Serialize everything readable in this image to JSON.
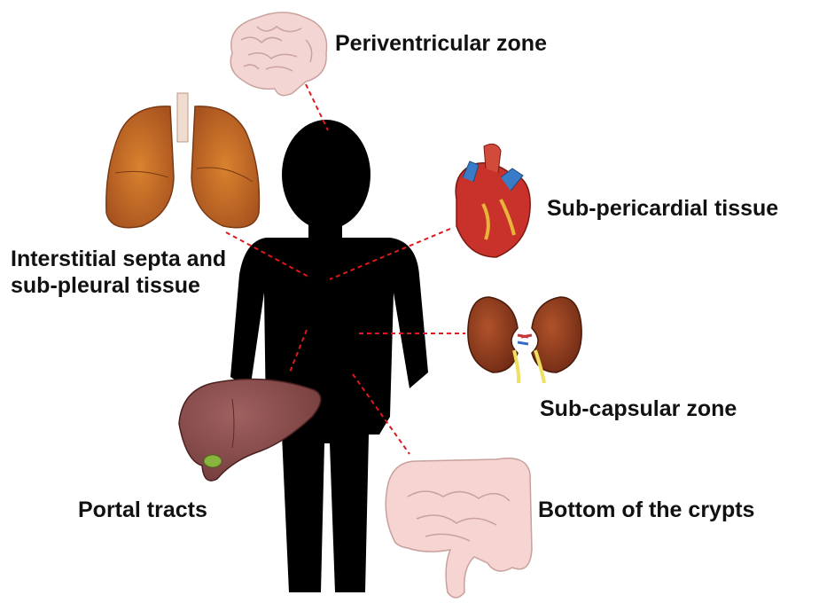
{
  "labels": {
    "brain": "Periventricular zone",
    "heart": "Sub-pericardial tissue",
    "lungs_line1": "Interstitial septa and",
    "lungs_line2": "sub-pleural tissue",
    "kidney": "Sub-capsular zone",
    "liver": "Portal tracts",
    "colon": "Bottom of the crypts"
  },
  "colors": {
    "silhouette": "#000000",
    "connector": "#e0181f",
    "lungs": "#c4672a",
    "heart": "#c8322a",
    "kidney": "#8a3a1e",
    "liver": "#8a4a4a",
    "brain": "#f3d6d3",
    "colon": "#f6d4d1"
  }
}
